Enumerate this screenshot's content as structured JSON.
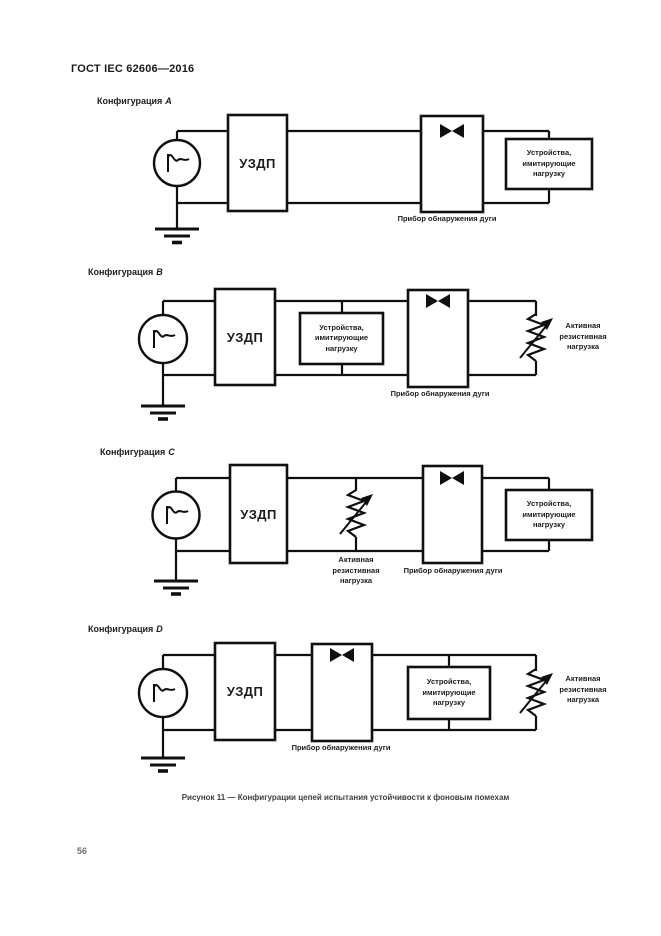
{
  "page": {
    "header": "ГОСТ IEC 62606—2016",
    "caption": "Рисунок 11 — Конфигурации цепей испытания устойчивости к фоновым помехам",
    "page_number": "56"
  },
  "shared": {
    "uzdp": "УЗДП",
    "arc_detector": "Прибор обнаружения дуги",
    "load_imitator": "Устройства,\nимитирующие\nнагрузку",
    "resistive_load": "Активная\nрезистивная\nнагрузка"
  },
  "configs": {
    "a": {
      "prefix": "Конфигурация",
      "letter": "A"
    },
    "b": {
      "prefix": "Конфигурация",
      "letter": "B"
    },
    "c": {
      "prefix": "Конфигурация",
      "letter": "C"
    },
    "d": {
      "prefix": "Конфигурация",
      "letter": "D"
    }
  },
  "colors": {
    "line": "#0f0f0f",
    "text": "#1c1c1c",
    "caption": "#3f3f3f",
    "page_number": "#707070",
    "background": "#ffffff"
  }
}
